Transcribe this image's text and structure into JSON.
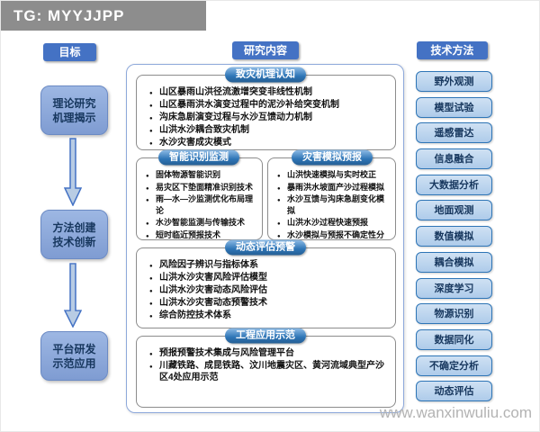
{
  "top_tag": "TG: MYYJJPP",
  "watermark": "www.wanxinwuliu.com",
  "goal": {
    "header": "目标",
    "boxes": [
      {
        "line1": "理论研究",
        "line2": "机理揭示"
      },
      {
        "line1": "方法创建",
        "line2": "技术创新"
      },
      {
        "line1": "平台研发",
        "line2": "示范应用"
      }
    ]
  },
  "content": {
    "header": "研究内容",
    "sections": [
      {
        "title": "致灾机理认知",
        "items": [
          "山区暴雨山洪径流激增突变非线性机制",
          "山区暴雨洪水演变过程中的泥沙补给突变机制",
          "沟床急剧演变过程与水沙互馈动力机制",
          "山洪水沙耦合致灾机制",
          "水沙灾害成灾模式"
        ]
      },
      {
        "title": "智能识别监测",
        "items": [
          "固体物源智能识别",
          "易灾区下垫面精准识别技术",
          "雨—水—沙监测优化布局理论",
          "水沙智能监测与传输技术",
          "短时临近预报技术"
        ]
      },
      {
        "title": "灾害模拟预报",
        "items": [
          "山洪快速模拟与实时校正",
          "暴雨洪水坡面产沙过程模拟",
          "水沙互馈与沟床急剧变化模拟",
          "山洪水沙过程快速预报",
          "水沙模拟与预报不确定性分析"
        ]
      },
      {
        "title": "动态评估预警",
        "items": [
          "风险因子辨识与指标体系",
          "山洪水沙灾害风险评估模型",
          "山洪水沙灾害动态风险评估",
          "山洪水沙灾害动态预警技术",
          "综合防控技术体系"
        ]
      },
      {
        "title": "工程应用示范",
        "items": [
          "预报预警技术集成与风险管理平台",
          "川藏铁路、成昆铁路、汶川地震灾区、黄河流域典型产沙区4处应用示范"
        ]
      }
    ]
  },
  "methods": {
    "header": "技术方法",
    "items": [
      "野外观测",
      "模型试验",
      "遥感雷达",
      "信息融合",
      "大数据分析",
      "地面观测",
      "数值模拟",
      "耦合模拟",
      "深度学习",
      "物源识别",
      "数据同化",
      "不确定分析",
      "动态评估"
    ]
  },
  "colors": {
    "accent": "#4472C4",
    "goal_box_fill": "#8FAADC",
    "method_fill": "#BDD7EE",
    "method_border": "#2E75B6",
    "top_bar_gray": "#8D8D8D"
  }
}
